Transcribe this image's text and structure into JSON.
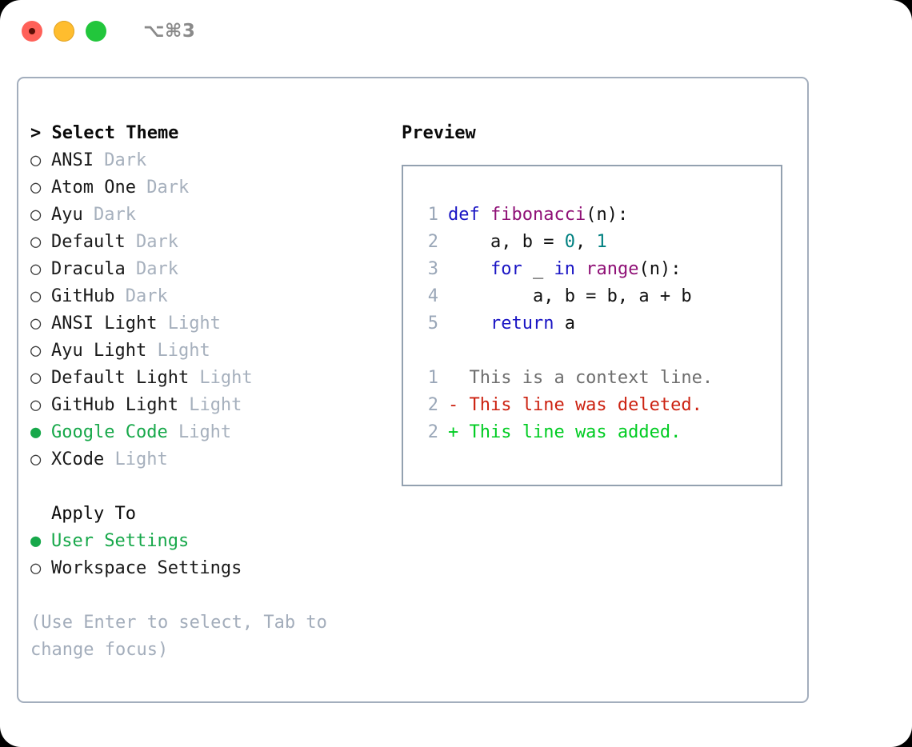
{
  "titlebar": {
    "shortcut": "⌥⌘3",
    "buttons": [
      {
        "name": "close",
        "color": "#ff6159"
      },
      {
        "name": "minimize",
        "color": "#ffbd2e"
      },
      {
        "name": "maximize",
        "color": "#22c63c"
      }
    ]
  },
  "theme_section": {
    "header": "> Select Theme",
    "items": [
      {
        "bullet": "○",
        "name": "ANSI",
        "tag": "Dark",
        "selected": false
      },
      {
        "bullet": "○",
        "name": "Atom One",
        "tag": "Dark",
        "selected": false
      },
      {
        "bullet": "○",
        "name": "Ayu",
        "tag": "Dark",
        "selected": false
      },
      {
        "bullet": "○",
        "name": "Default",
        "tag": "Dark",
        "selected": false
      },
      {
        "bullet": "○",
        "name": "Dracula",
        "tag": "Dark",
        "selected": false
      },
      {
        "bullet": "○",
        "name": "GitHub",
        "tag": "Dark",
        "selected": false
      },
      {
        "bullet": "○",
        "name": "ANSI Light",
        "tag": "Light",
        "selected": false
      },
      {
        "bullet": "○",
        "name": "Ayu Light",
        "tag": "Light",
        "selected": false
      },
      {
        "bullet": "○",
        "name": "Default Light",
        "tag": "Light",
        "selected": false
      },
      {
        "bullet": "○",
        "name": "GitHub Light",
        "tag": "Light",
        "selected": false
      },
      {
        "bullet": "●",
        "name": "Google Code",
        "tag": "Light",
        "selected": true
      },
      {
        "bullet": "○",
        "name": "XCode",
        "tag": "Light",
        "selected": false
      }
    ]
  },
  "apply_section": {
    "header": "Apply To",
    "items": [
      {
        "bullet": "●",
        "name": "User Settings",
        "selected": true
      },
      {
        "bullet": "○",
        "name": "Workspace Settings",
        "selected": false
      }
    ]
  },
  "hint": "(Use Enter to select, Tab to change focus)",
  "preview": {
    "title": "Preview",
    "code_lines": [
      {
        "num": "1",
        "tokens": [
          {
            "t": "def",
            "c": "kw"
          },
          {
            "t": " ",
            "c": "pl"
          },
          {
            "t": "fibonacci",
            "c": "fn"
          },
          {
            "t": "(n):",
            "c": "pl"
          }
        ]
      },
      {
        "num": "2",
        "tokens": [
          {
            "t": "    a, b = ",
            "c": "pl"
          },
          {
            "t": "0",
            "c": "num"
          },
          {
            "t": ", ",
            "c": "pl"
          },
          {
            "t": "1",
            "c": "num"
          }
        ]
      },
      {
        "num": "3",
        "tokens": [
          {
            "t": "    ",
            "c": "pl"
          },
          {
            "t": "for",
            "c": "kw"
          },
          {
            "t": " _ ",
            "c": "pl"
          },
          {
            "t": "in",
            "c": "kw"
          },
          {
            "t": " ",
            "c": "pl"
          },
          {
            "t": "range",
            "c": "fn"
          },
          {
            "t": "(n):",
            "c": "pl"
          }
        ]
      },
      {
        "num": "4",
        "tokens": [
          {
            "t": "        a, b = b, a + b",
            "c": "pl"
          }
        ]
      },
      {
        "num": "5",
        "tokens": [
          {
            "t": "    ",
            "c": "pl"
          },
          {
            "t": "return",
            "c": "kw"
          },
          {
            "t": " a",
            "c": "pl"
          }
        ]
      }
    ],
    "diff_lines": [
      {
        "num": "1",
        "marker": "  ",
        "text": "This is a context line.",
        "kind": "ctx"
      },
      {
        "num": "2",
        "marker": "- ",
        "text": "This line was deleted.",
        "kind": "del"
      },
      {
        "num": "2",
        "marker": "+ ",
        "text": "This line was added.",
        "kind": "add"
      }
    ]
  },
  "colors": {
    "accent_green": "#17a84a",
    "diff_add": "#00cc22",
    "diff_del": "#cc2211",
    "muted": "#a6b0bd",
    "border": "#a3aebd",
    "keyword": "#1a15c4",
    "function": "#8f1076",
    "number": "#008080"
  }
}
